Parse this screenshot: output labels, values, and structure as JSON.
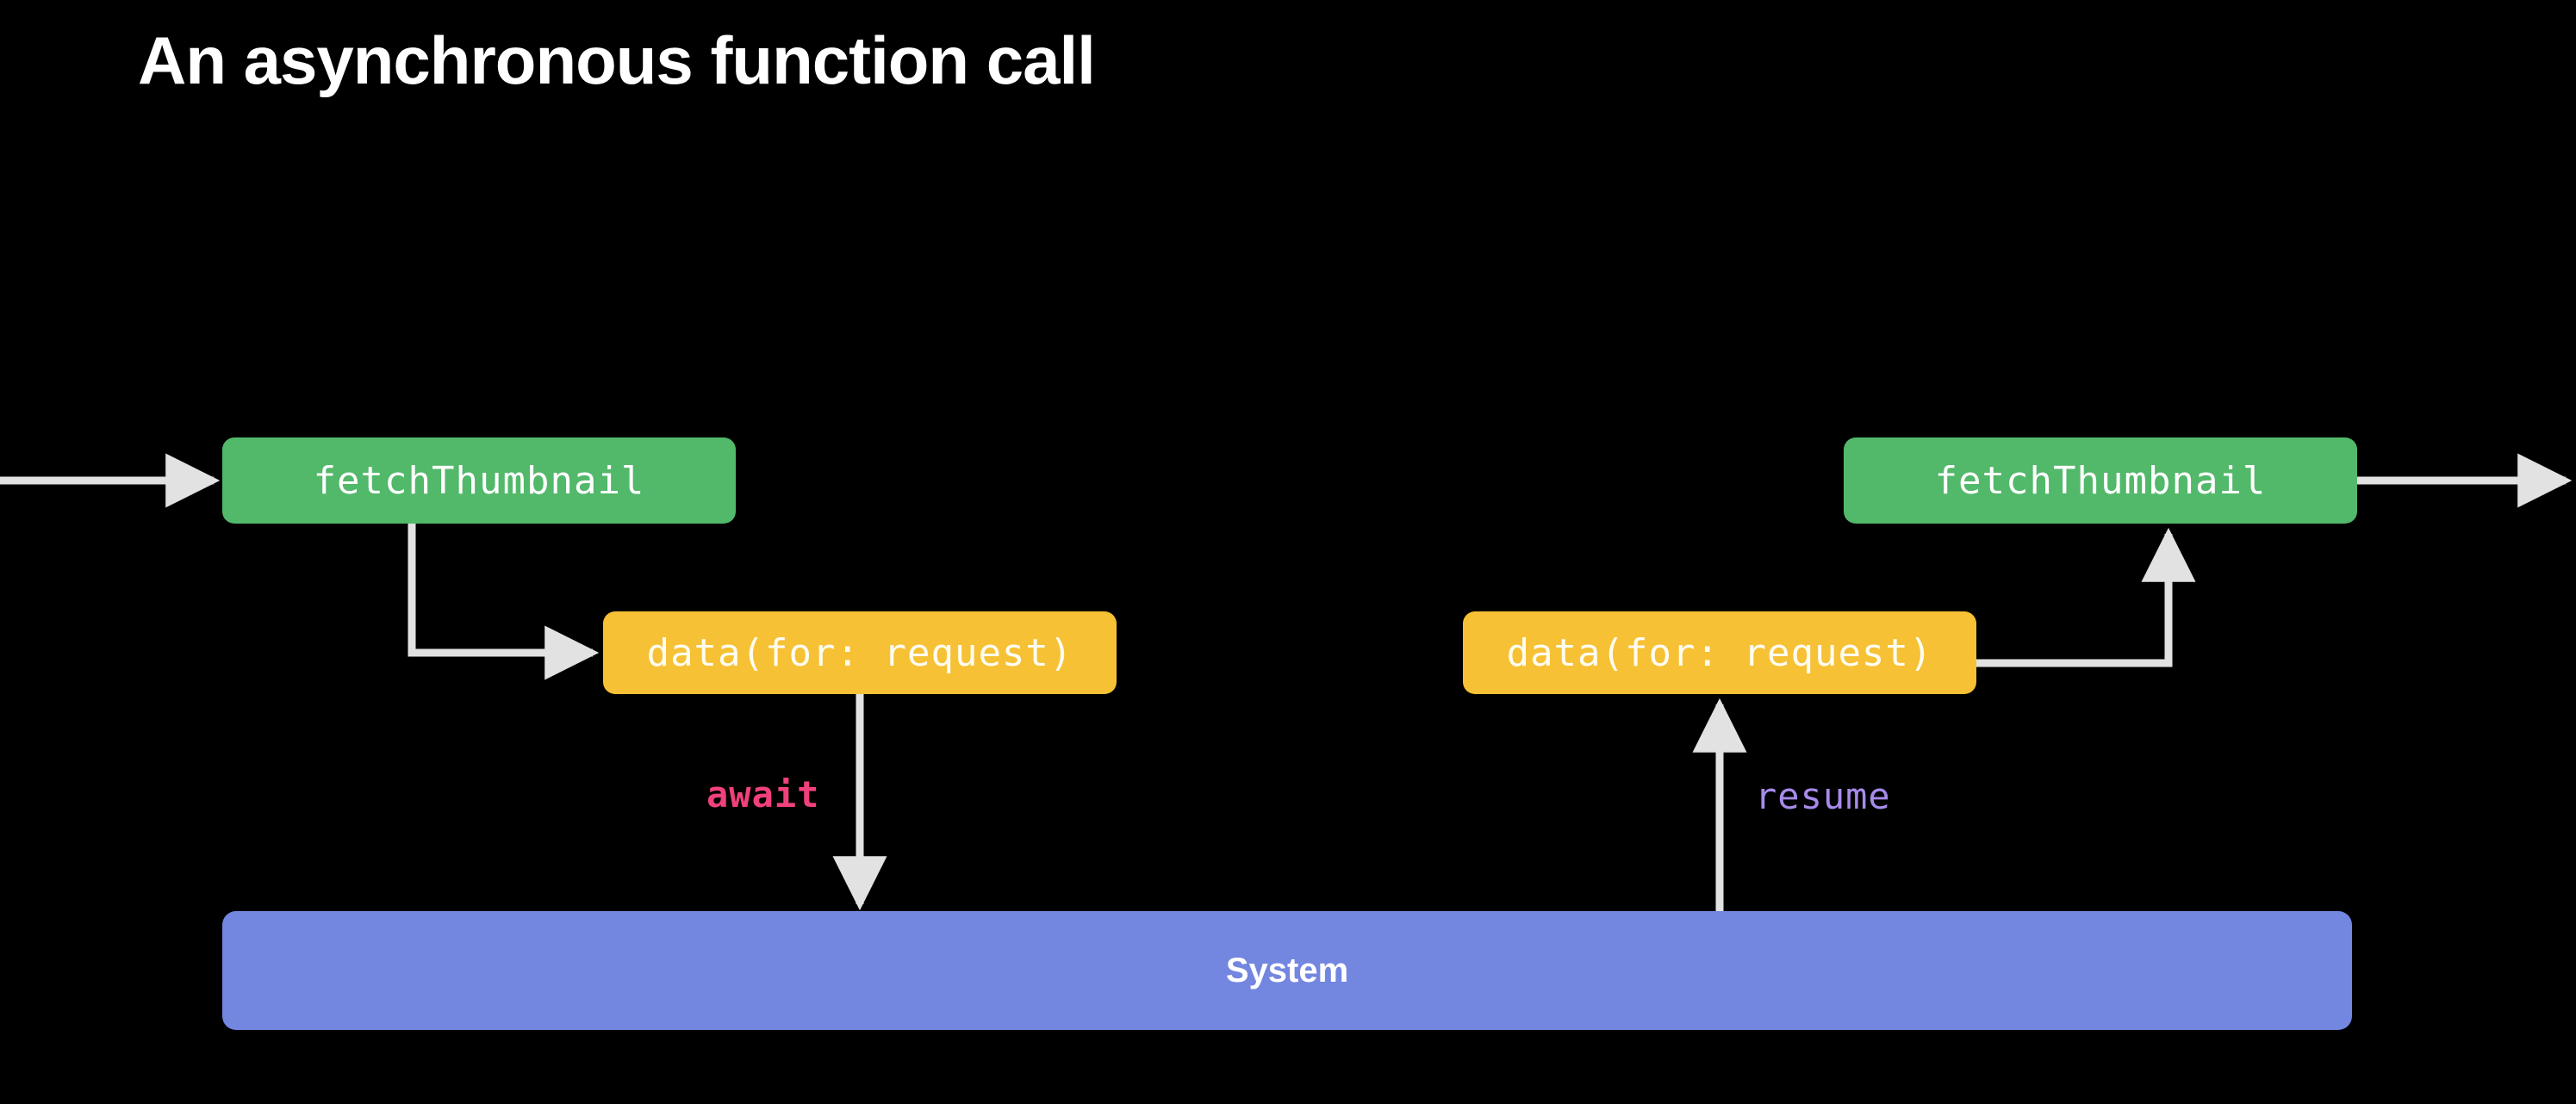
{
  "slide": {
    "title": "An asynchronous function call",
    "background_color": "#000000",
    "title_color": "#ffffff"
  },
  "palette": {
    "function_green": "#52b86a",
    "call_yellow": "#f7c135",
    "system_blue": "#7386e0",
    "connector_white": "#e2e2e2",
    "await_pink": "#f0417c",
    "resume_purple": "#a78bea"
  },
  "diagram": {
    "type": "flow-timeline",
    "nodes": [
      {
        "id": "fetch-left",
        "label": "fetchThumbnail",
        "kind": "async-function",
        "color": "#52b86a",
        "phase": "before-suspend"
      },
      {
        "id": "data-left",
        "label": "data(for: request)",
        "kind": "async-call",
        "color": "#f7c135",
        "phase": "before-suspend"
      },
      {
        "id": "system",
        "label": "System",
        "kind": "runtime",
        "color": "#7386e0",
        "phase": "suspended"
      },
      {
        "id": "data-right",
        "label": "data(for: request)",
        "kind": "async-call",
        "color": "#f7c135",
        "phase": "after-resume"
      },
      {
        "id": "fetch-right",
        "label": "fetchThumbnail",
        "kind": "async-function",
        "color": "#52b86a",
        "phase": "after-resume"
      }
    ],
    "edges": [
      {
        "id": "enter",
        "from": "caller",
        "to": "fetch-left",
        "label": "",
        "direction": "right"
      },
      {
        "id": "call",
        "from": "fetch-left",
        "to": "data-left",
        "label": "",
        "direction": "down-right"
      },
      {
        "id": "suspend",
        "from": "data-left",
        "to": "system",
        "label": "await",
        "label_color": "#f0417c",
        "direction": "down"
      },
      {
        "id": "resume",
        "from": "system",
        "to": "data-right",
        "label": "resume",
        "label_color": "#a78bea",
        "direction": "up"
      },
      {
        "id": "return",
        "from": "data-right",
        "to": "fetch-right",
        "label": "",
        "direction": "right-up"
      },
      {
        "id": "exit",
        "from": "fetch-right",
        "to": "caller",
        "label": "",
        "direction": "right"
      }
    ],
    "labels": {
      "await": "await",
      "resume": "resume"
    }
  }
}
